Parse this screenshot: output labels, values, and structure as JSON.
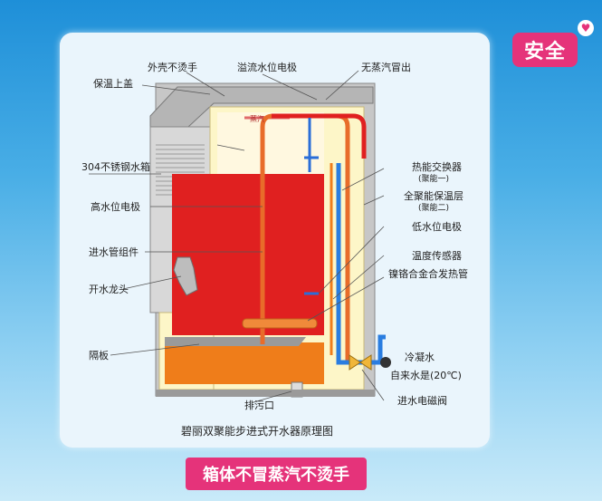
{
  "badge": {
    "label": "安全",
    "icon": "heart-icon"
  },
  "banner": {
    "label": "箱体不冒蒸汽不烫手"
  },
  "diagram": {
    "caption": "碧丽双聚能步进式开水器原理图",
    "steam_tag": "蒸汽",
    "labels_left": [
      "保温上盖",
      "304不锈钢水箱",
      "高水位电极",
      "进水管组件",
      "开水龙头",
      "隔板"
    ],
    "labels_top": [
      "外壳不烫手",
      "溢流水位电极",
      "无蒸汽冒出"
    ],
    "labels_right": [
      "热能交换器",
      "(聚能一)",
      "全聚能保温层",
      "(聚能二)",
      "低水位电极",
      "温度传感器",
      "镍铬合金合发热管",
      "冷凝水",
      "自来水是(20℃)",
      "进水电磁阀"
    ],
    "label_bottom": "排污口"
  },
  "colors": {
    "brand_pink": "#e5337a",
    "hot_water": "#e02020",
    "warm_water": "#ef7d1a",
    "insulation": "#fdf6c8"
  }
}
